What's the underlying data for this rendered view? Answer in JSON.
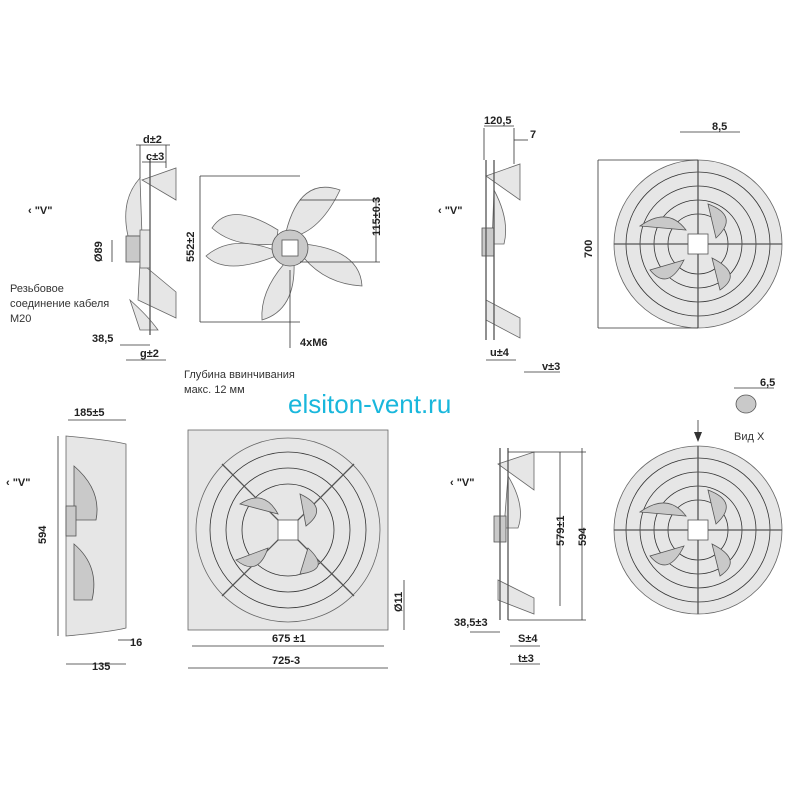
{
  "watermark": "elsiton-vent.ru",
  "view_marker": "‹ \"V\"",
  "view_x_label": "Вид X",
  "notes": {
    "cable_line1": "Резьбовое",
    "cable_line2": "соединение кабеля",
    "cable_line3": "M20",
    "depth_line1": "Глубина ввинчивания",
    "depth_line2": "макс. 12 мм"
  },
  "dims": {
    "d": "d±2",
    "c": "c±3",
    "dia89": "Ø89",
    "d38_5": "38,5",
    "g": "g±2",
    "d552": "552±2",
    "d115": "115±0.3",
    "m6": "4xM6",
    "d120_5": "120,5",
    "d7": "7",
    "u": "u±4",
    "v": "v±3",
    "d8_5": "8,5",
    "d700": "700",
    "d6_5": "6,5",
    "d185": "185±5",
    "d594a": "594",
    "d16": "16",
    "d135": "135",
    "dia11": "Ø11",
    "d675": "675 ±1",
    "d725": "725-3",
    "d579": "579±1",
    "d594b": "594",
    "d38_5b": "38,5±3",
    "s": "S±4",
    "t": "t±3"
  }
}
